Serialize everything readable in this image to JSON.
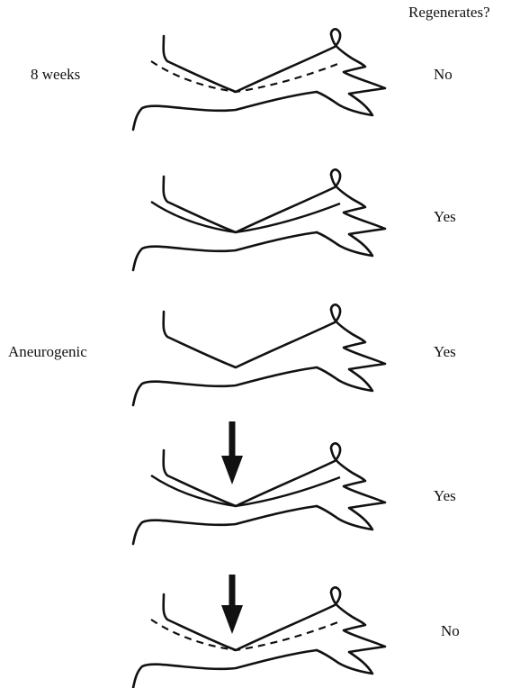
{
  "header": {
    "column_title": "Regenerates?"
  },
  "rows": [
    {
      "left_label": "8 weeks",
      "answer": "No",
      "nerve": "dashed"
    },
    {
      "left_label": "",
      "answer": "Yes",
      "nerve": "solid"
    },
    {
      "left_label": "Aneurogenic",
      "answer": "Yes",
      "nerve": "none"
    },
    {
      "left_label": "",
      "answer": "Yes",
      "nerve": "solid"
    },
    {
      "left_label": "",
      "answer": "No",
      "nerve": "dashed"
    }
  ],
  "arrows": [
    {
      "from_row": 3,
      "to_row": 4
    },
    {
      "from_row": 4,
      "to_row": 5
    }
  ],
  "colors": {
    "ink": "#111111",
    "background": "#ffffff"
  }
}
